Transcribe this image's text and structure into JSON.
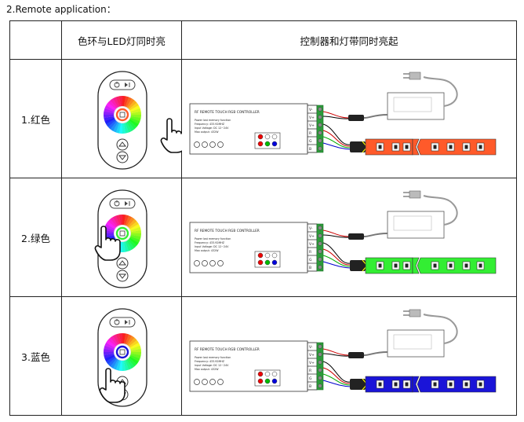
{
  "heading": "2.Remote application：",
  "table": {
    "headers": [
      "",
      "色环与LED灯同时亮",
      "控制器和灯带同时亮起"
    ],
    "rows": [
      {
        "label": "1.红色",
        "led_color": "#ff5a2a"
      },
      {
        "label": "2.绿色",
        "led_color": "#33ee33"
      },
      {
        "label": "3.蓝色",
        "led_color": "#1a14d8"
      }
    ]
  },
  "controller": {
    "title": "RF REMOTE TOUCH RGB CONTROLLER",
    "specs": [
      "Power lost memory function",
      "Frequency: 433.92MHZ",
      "Input Voltage: DC 12~24V",
      "Max output: 432W"
    ],
    "terminals": [
      "V-",
      "V+",
      "V+",
      "R",
      "G",
      "B"
    ]
  },
  "remote": {
    "icons": [
      "power-icon",
      "play-pause-icon",
      "up-arrow-icon",
      "down-arrow-icon"
    ]
  }
}
